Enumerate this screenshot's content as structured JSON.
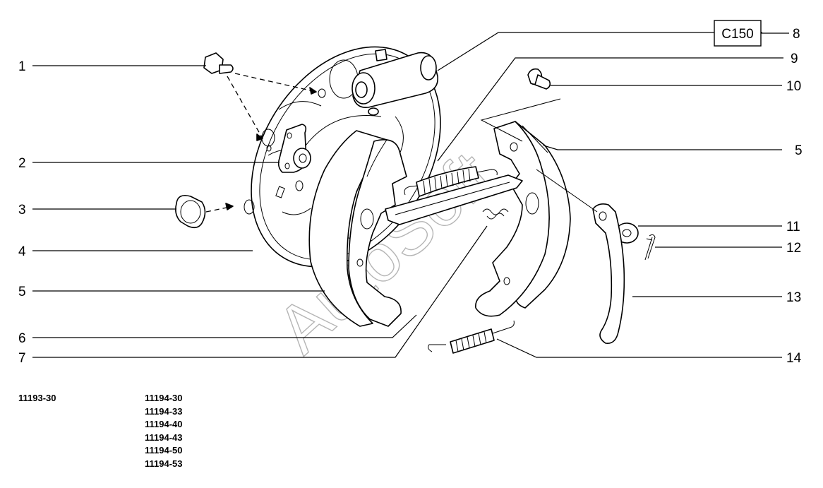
{
  "callouts": {
    "c1": "1",
    "c2": "2",
    "c3": "3",
    "c4": "4",
    "c5a": "5",
    "c5b": "5",
    "c6": "6",
    "c7": "7",
    "c8": "8",
    "c9": "9",
    "c10": "10",
    "c11": "11",
    "c12": "12",
    "c13": "13",
    "c14": "14"
  },
  "box_label": "C150",
  "watermark": "AutoSoft",
  "models": {
    "left": "11193-30",
    "right": [
      "11194-30",
      "11194-33",
      "11194-40",
      "11194-43",
      "11194-50",
      "11194-53"
    ]
  }
}
